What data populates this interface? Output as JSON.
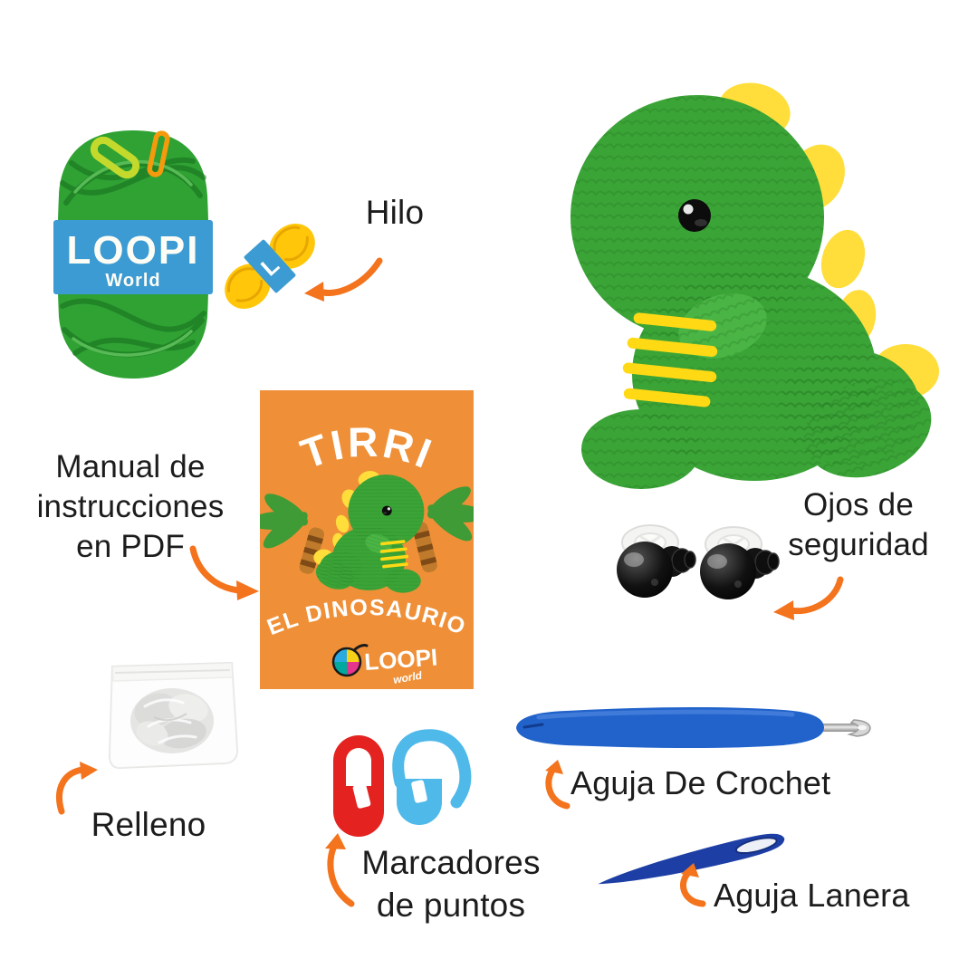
{
  "canvas": {
    "background": "#FFFFFF"
  },
  "colors": {
    "accent_orange": "#F4731D",
    "manual_orange": "#EF9038",
    "yarn_green": "#2FA233",
    "yarn_green_dark": "#1E7F22",
    "band_blue": "#3B9BD2",
    "yarn_yellow": "#FFC60A",
    "yarn_yellow_dark": "#E39F00",
    "dino_green": "#3BA437",
    "dino_green_light": "#4AB545",
    "belly_yellow": "#FFD914",
    "spike_yellow": "#FFDE3B",
    "marker_red": "#E42320",
    "marker_blue": "#4FB9EA",
    "hook_blue": "#2163CB",
    "needle_blue": "#1D3FA5",
    "palm_green": "#3E9B35",
    "trunk_brown": "#C07A2B",
    "text_dark": "#1C1C1C"
  },
  "yarn_ball": {
    "brand": "LOOPI",
    "sub": "World"
  },
  "mini_skein": {
    "letter": "L"
  },
  "manual_cover": {
    "title": "TIRRI",
    "subtitle": "EL DINOSAURIO",
    "logo_brand": "LOOPI",
    "logo_sub": "world"
  },
  "labels": {
    "hilo": "Hilo",
    "manual_lines": [
      "Manual de",
      "instrucciones",
      "en PDF"
    ],
    "ojos_lines": [
      "Ojos de",
      "seguridad"
    ],
    "relleno": "Relleno",
    "marcadores_lines": [
      "Marcadores",
      "de puntos"
    ],
    "aguja_crochet": "Aguja De Crochet",
    "aguja_lanera": "Aguja Lanera"
  }
}
